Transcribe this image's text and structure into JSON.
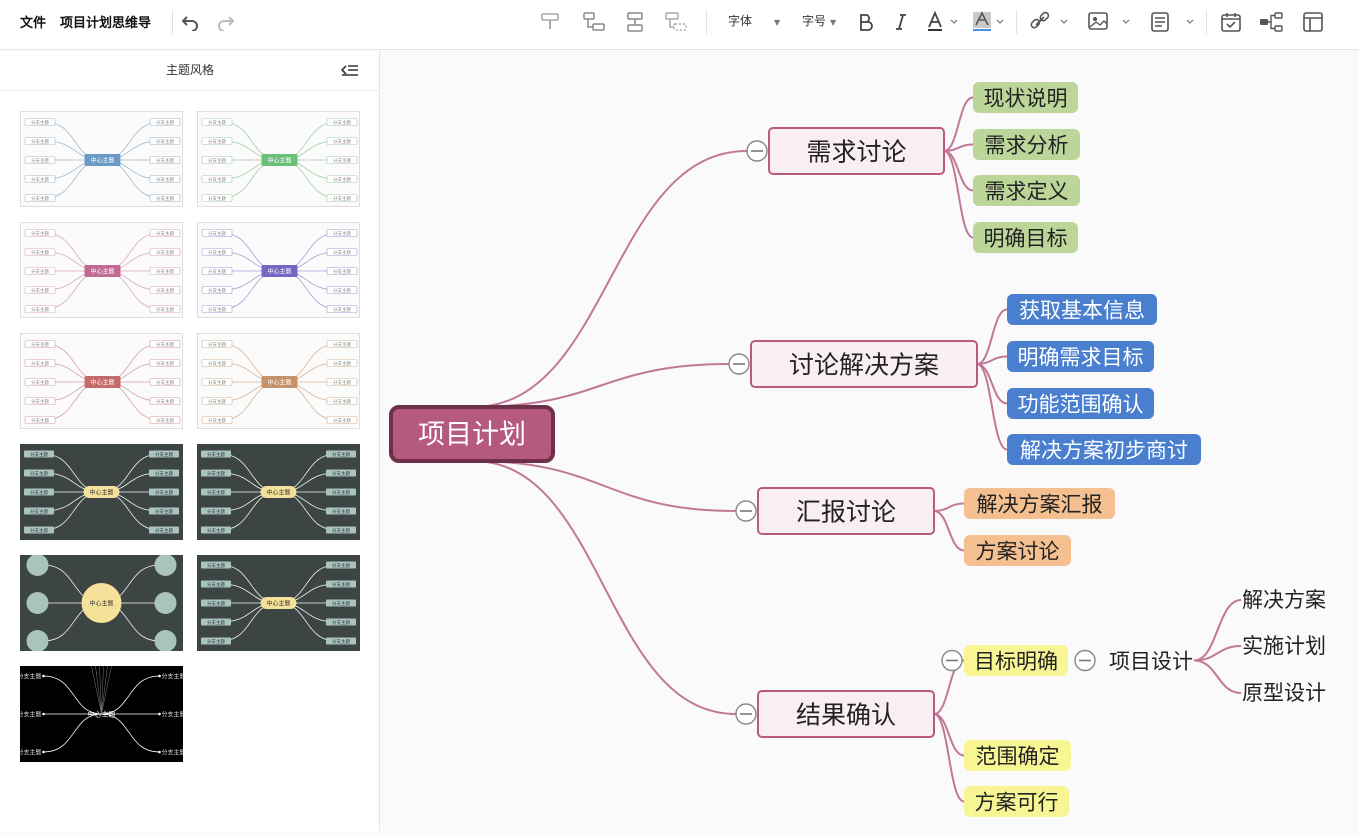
{
  "toolbar": {
    "file_label": "文件",
    "doc_title": "项目计划思维导",
    "font_label": "字体",
    "font_size_label": "字号"
  },
  "sidebar": {
    "title": "主题风格",
    "themes": [
      {
        "style": "light",
        "accent": "#6b9ac4",
        "line": "#9fb8d0"
      },
      {
        "style": "light",
        "accent": "#6cbf7a",
        "line": "#9fcfa7"
      },
      {
        "style": "light",
        "accent": "#c06b93",
        "line": "#d9a7bf"
      },
      {
        "style": "light",
        "accent": "#7866c4",
        "line": "#a89cd6"
      },
      {
        "style": "light",
        "accent": "#c46b6b",
        "line": "#d7a0a0"
      },
      {
        "style": "light",
        "accent": "#c4926b",
        "line": "#d8b393"
      },
      {
        "style": "dark",
        "accent": "#f5e19a",
        "line": "#f5f5f5"
      },
      {
        "style": "dark",
        "accent": "#f5e19a",
        "line": "#f5f5f5"
      },
      {
        "style": "dark-circle",
        "accent": "#f5e19a",
        "line": "#f5f5f5"
      },
      {
        "style": "dark",
        "accent": "#f5e19a",
        "line": "#f5f5f5"
      },
      {
        "style": "black",
        "accent": "#ffffff",
        "line": "#ffffff"
      }
    ],
    "preview_center": "中心主题",
    "preview_branch": "分支主题"
  },
  "mindmap": {
    "root": "项目计划",
    "branches": [
      {
        "label": "需求讨论",
        "child_color": "#bcd69a",
        "children": [
          "现状说明",
          "需求分析",
          "需求定义",
          "明确目标"
        ]
      },
      {
        "label": "讨论解决方案",
        "child_color": "#4a7fd0",
        "children": [
          "获取基本信息",
          "明确需求目标",
          "功能范围确认",
          "解决方案初步商讨"
        ]
      },
      {
        "label": "汇报讨论",
        "child_color": "#f4c08f",
        "children": [
          "解决方案汇报",
          "方案讨论"
        ]
      },
      {
        "label": "结果确认",
        "child_color": "#f7f594",
        "children": [
          "目标明确",
          "范围确定",
          "方案可行"
        ],
        "sub": {
          "label": "项目设计",
          "children": [
            "解决方案",
            "实施计划",
            "原型设计"
          ]
        }
      }
    ]
  },
  "colors": {
    "root_fill": "#b5597f",
    "root_border": "#6e2f48",
    "branch_border": "#b85b7f",
    "branch_fill": "#f9eef3",
    "link": "#c07896"
  }
}
